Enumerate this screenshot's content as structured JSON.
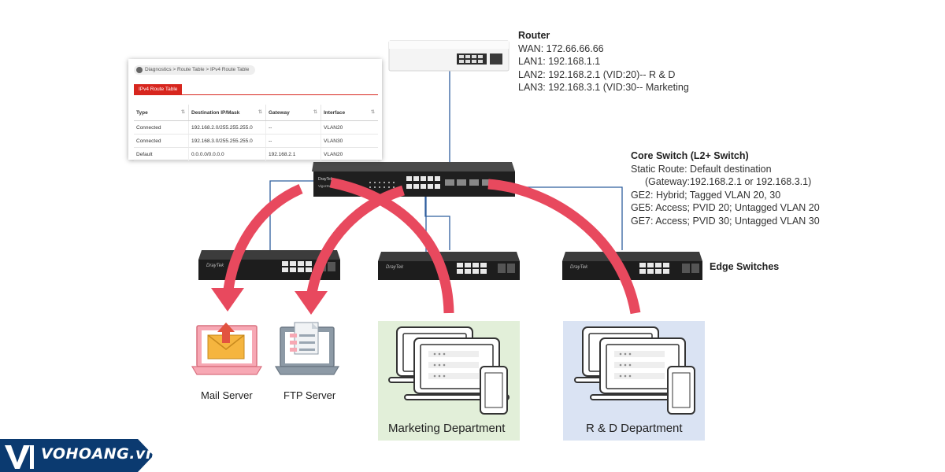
{
  "route_table": {
    "breadcrumb": "Diagnostics > Route Table > IPv4 Route Table",
    "tab": "IPv4 Route Table",
    "columns": [
      "Type",
      "Destination IP/Mask",
      "Gateway",
      "Interface"
    ],
    "rows": [
      [
        "Connected",
        "192.168.2.0/255.255.255.0",
        "--",
        "VLAN20"
      ],
      [
        "Connected",
        "192.168.3.0/255.255.255.0",
        "--",
        "VLAN30"
      ],
      [
        "Default",
        "0.0.0.0/0.0.0.0",
        "192.168.2.1",
        "VLAN20"
      ]
    ]
  },
  "router": {
    "title": "Router",
    "lines": [
      "WAN: 172.66.66.66",
      "LAN1: 192.168.1.1",
      "LAN2: 192.168.2.1 (VID:20)-- R & D",
      "LAN3: 192.168.3.1 (VID:30-- Marketing"
    ]
  },
  "core_switch": {
    "title": "Core Switch (L2+ Switch)",
    "lines": [
      "Static Route: Default destination",
      "(Gateway:192.168.2.1 or 192.168.3.1)",
      "GE2: Hybrid; Tagged VLAN 20, 30",
      "GE5: Access; PVID 20; Untagged VLAN 20",
      "GE7: Access; PVID 30; Untagged VLAN 30"
    ],
    "model_label": "VigorSwitch",
    "brand_label": "DrayTek"
  },
  "edge_switches": {
    "label": "Edge Switches",
    "brand": "DrayTek"
  },
  "servers": {
    "mail": "Mail Server",
    "ftp": "FTP Server"
  },
  "departments": {
    "marketing": "Marketing Department",
    "rnd": "R & D Department"
  },
  "footer": {
    "logo_text": "VOHOANG.vn"
  },
  "colors": {
    "arrow": "#e8495e",
    "cable": "#2f5f9e",
    "marketing_bg": "#e2efd9",
    "rnd_bg": "#dae3f3",
    "logo_band": "#0b3a70",
    "route_tab": "#d7261e"
  },
  "icons": [
    "mail-server-icon",
    "ftp-server-icon",
    "laptop-icon",
    "phone-icon",
    "router-device",
    "switch-device"
  ]
}
